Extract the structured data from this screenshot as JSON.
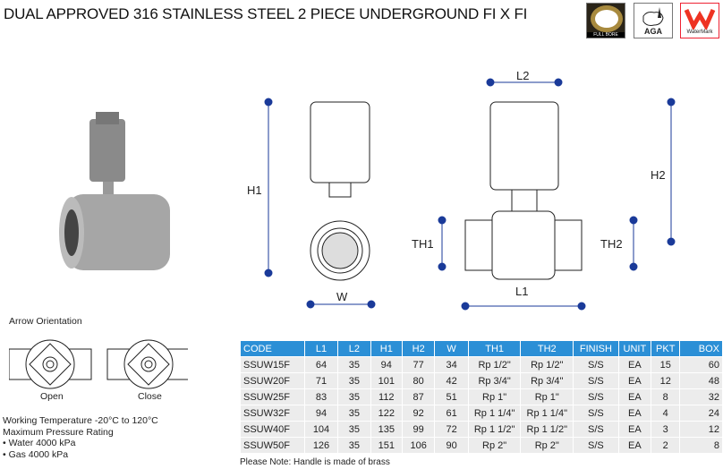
{
  "title": "DUAL APPROVED 316 STAINLESS STEEL 2 PIECE UNDERGROUND  FI X FI",
  "logos": {
    "fullbore": "FULL BORE",
    "aga": "AGA",
    "watermark": "WaterMark"
  },
  "dimensions": {
    "h1": "H1",
    "w": "W",
    "l2": "L2",
    "h2": "H2",
    "th1": "TH1",
    "th2": "TH2",
    "l1": "L1"
  },
  "orientation": {
    "heading": "Arrow Orientation",
    "open": "Open",
    "close": "Close"
  },
  "specs": {
    "temperature": "Working Temperature  -20°C to 120°C",
    "pressure_heading": "Maximum Pressure Rating",
    "water": "• Water 4000 kPa",
    "gas": "• Gas 4000 kPa"
  },
  "table": {
    "headers": [
      "CODE",
      "L1",
      "L2",
      "H1",
      "H2",
      "W",
      "TH1",
      "TH2",
      "FINISH",
      "UNIT",
      "PKT",
      "BOX"
    ],
    "rows": [
      [
        "SSUW15F",
        "64",
        "35",
        "94",
        "77",
        "34",
        "Rp 1/2\"",
        "Rp 1/2\"",
        "S/S",
        "EA",
        "15",
        "60"
      ],
      [
        "SSUW20F",
        "71",
        "35",
        "101",
        "80",
        "42",
        "Rp 3/4\"",
        "Rp 3/4\"",
        "S/S",
        "EA",
        "12",
        "48"
      ],
      [
        "SSUW25F",
        "83",
        "35",
        "112",
        "87",
        "51",
        "Rp 1\"",
        "Rp 1\"",
        "S/S",
        "EA",
        "8",
        "32"
      ],
      [
        "SSUW32F",
        "94",
        "35",
        "122",
        "92",
        "61",
        "Rp 1 1/4\"",
        "Rp 1 1/4\"",
        "S/S",
        "EA",
        "4",
        "24"
      ],
      [
        "SSUW40F",
        "104",
        "35",
        "135",
        "99",
        "72",
        "Rp 1 1/2\"",
        "Rp 1 1/2\"",
        "S/S",
        "EA",
        "3",
        "12"
      ],
      [
        "SSUW50F",
        "126",
        "35",
        "151",
        "106",
        "90",
        "Rp 2\"",
        "Rp 2\"",
        "S/S",
        "EA",
        "2",
        "8"
      ]
    ]
  },
  "note": "Please Note: Handle is made of brass"
}
